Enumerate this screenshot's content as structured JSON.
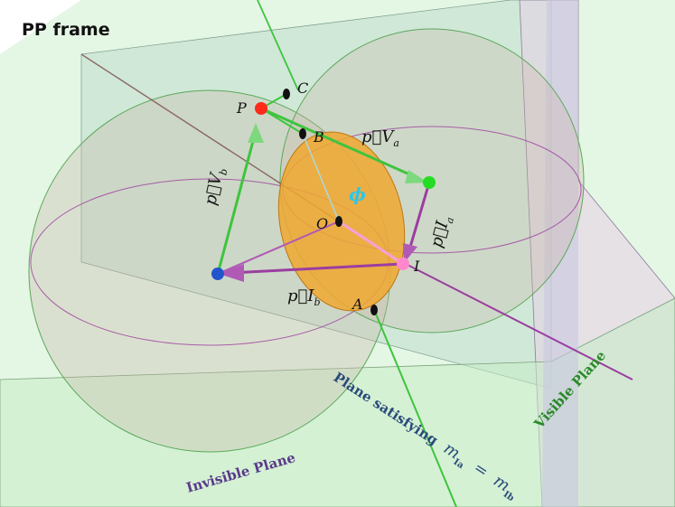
{
  "title": "PP frame",
  "points": {
    "P": "P",
    "C": "C",
    "B": "B",
    "O": "O",
    "I": "I",
    "A": "A"
  },
  "angle_label": "ϕ",
  "vectors": {
    "pVa": {
      "main": "p⃗V",
      "sub": "a"
    },
    "pVb": {
      "main": "p⃗V",
      "sub": "b"
    },
    "pIa": {
      "main": "p⃗I",
      "sub": "a"
    },
    "pIb": {
      "main": "p⃗I",
      "sub": "b"
    }
  },
  "planes": {
    "invisible": "Invisible Plane",
    "visible": "Visible Plane",
    "satisfying": "Plane satisfying",
    "satisfying_math": "m",
    "satisfying_math_sub_a": "Ia",
    "satisfying_eq": "=",
    "satisfying_math_sub_b": "Ib"
  },
  "colors": {
    "visible_plane": "#c8f0c8",
    "invisible_plane": "#e8cce0",
    "sphere": "#c9b8a8",
    "disk": "#f0a830",
    "green_vector": "#3ec43e",
    "purple_vector": "#9b3ea0",
    "point_P": "#ff2a1a",
    "point_Va": "#22dd22",
    "point_Vb": "#2255cc",
    "point_I": "#ff88cc",
    "phi": "#2ec6e6",
    "invisible_label": "#5a3a8a",
    "visible_label": "#2a8a2a",
    "satisfying_label": "#2a4a7a"
  }
}
